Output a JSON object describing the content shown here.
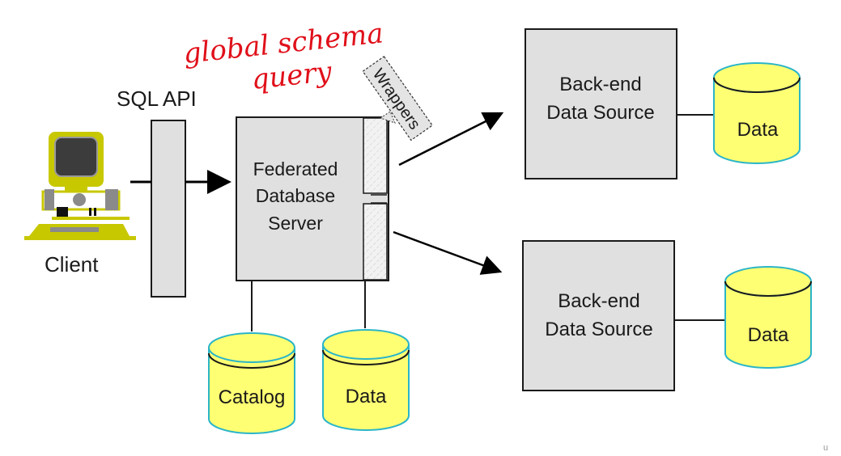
{
  "diagram": {
    "annotation": {
      "line1": "global schema",
      "line2": "query",
      "color": "#e0101a"
    },
    "api_label": "SQL API",
    "client": {
      "label": "Client",
      "icon": "computer-icon",
      "color": "#c8c800"
    },
    "server": {
      "lines": [
        "Federated",
        "Database",
        "Server"
      ]
    },
    "wrappers_label": "Wrappers",
    "backends": [
      {
        "lines": [
          "Back-end",
          "Data Source"
        ],
        "store_label": "Data"
      },
      {
        "lines": [
          "Back-end",
          "Data Source"
        ],
        "store_label": "Data"
      }
    ],
    "local_stores": [
      {
        "label": "Catalog"
      },
      {
        "label": "Data"
      }
    ],
    "colors": {
      "box_fill": "#e0e0e0",
      "cylinder_fill": "#ffff73",
      "cylinder_stroke": "#2bb5c8"
    },
    "corner_mark": "u"
  }
}
